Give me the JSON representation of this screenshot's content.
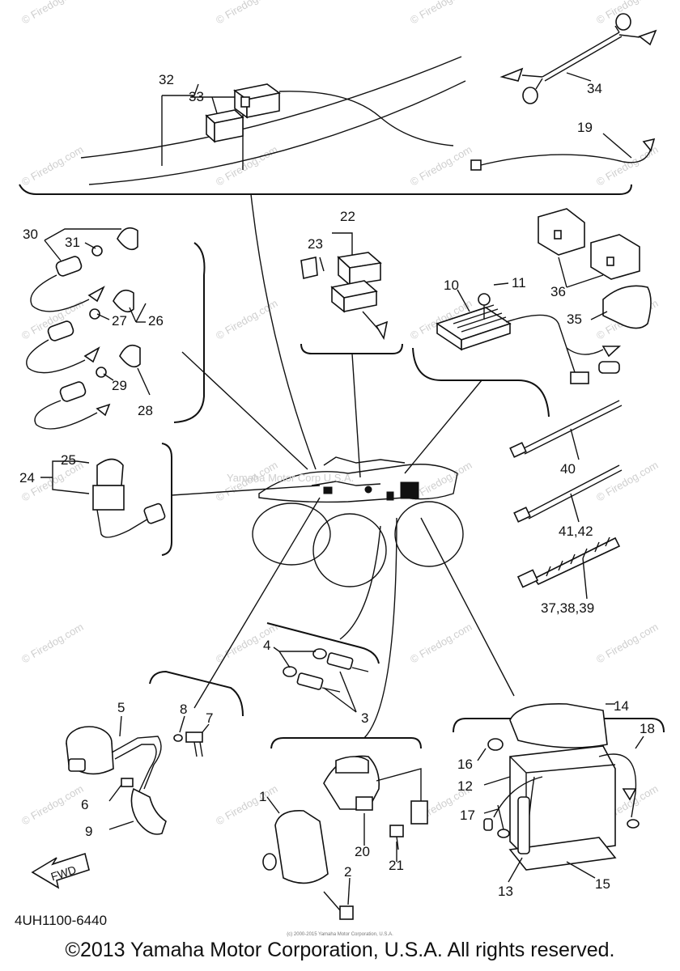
{
  "diagram": {
    "parts": [
      "1",
      "2",
      "3",
      "4",
      "5",
      "6",
      "7",
      "8",
      "9",
      "10",
      "11",
      "12",
      "13",
      "14",
      "15",
      "16",
      "17",
      "18",
      "19",
      "20",
      "21",
      "22",
      "23",
      "24",
      "25",
      "26",
      "27",
      "28",
      "29",
      "30",
      "31",
      "32",
      "33",
      "34",
      "35",
      "36",
      "37,38,39",
      "40",
      "41,42"
    ],
    "drawing_code": "4UH1100-6440",
    "fwd_label": "FWD",
    "center_note": "Yamaha Motor Corp U.S.A.",
    "watermark": "© Firedog.com"
  },
  "footer": {
    "copyright": "©2013 Yamaha Motor Corporation, U.S.A. All rights reserved.",
    "small_notice": "(c) 2000-2015 Yamaha Motor Corporation, U.S.A."
  },
  "colors": {
    "ink": "#111111",
    "watermark": "#cfcfcf",
    "background": "#ffffff"
  }
}
